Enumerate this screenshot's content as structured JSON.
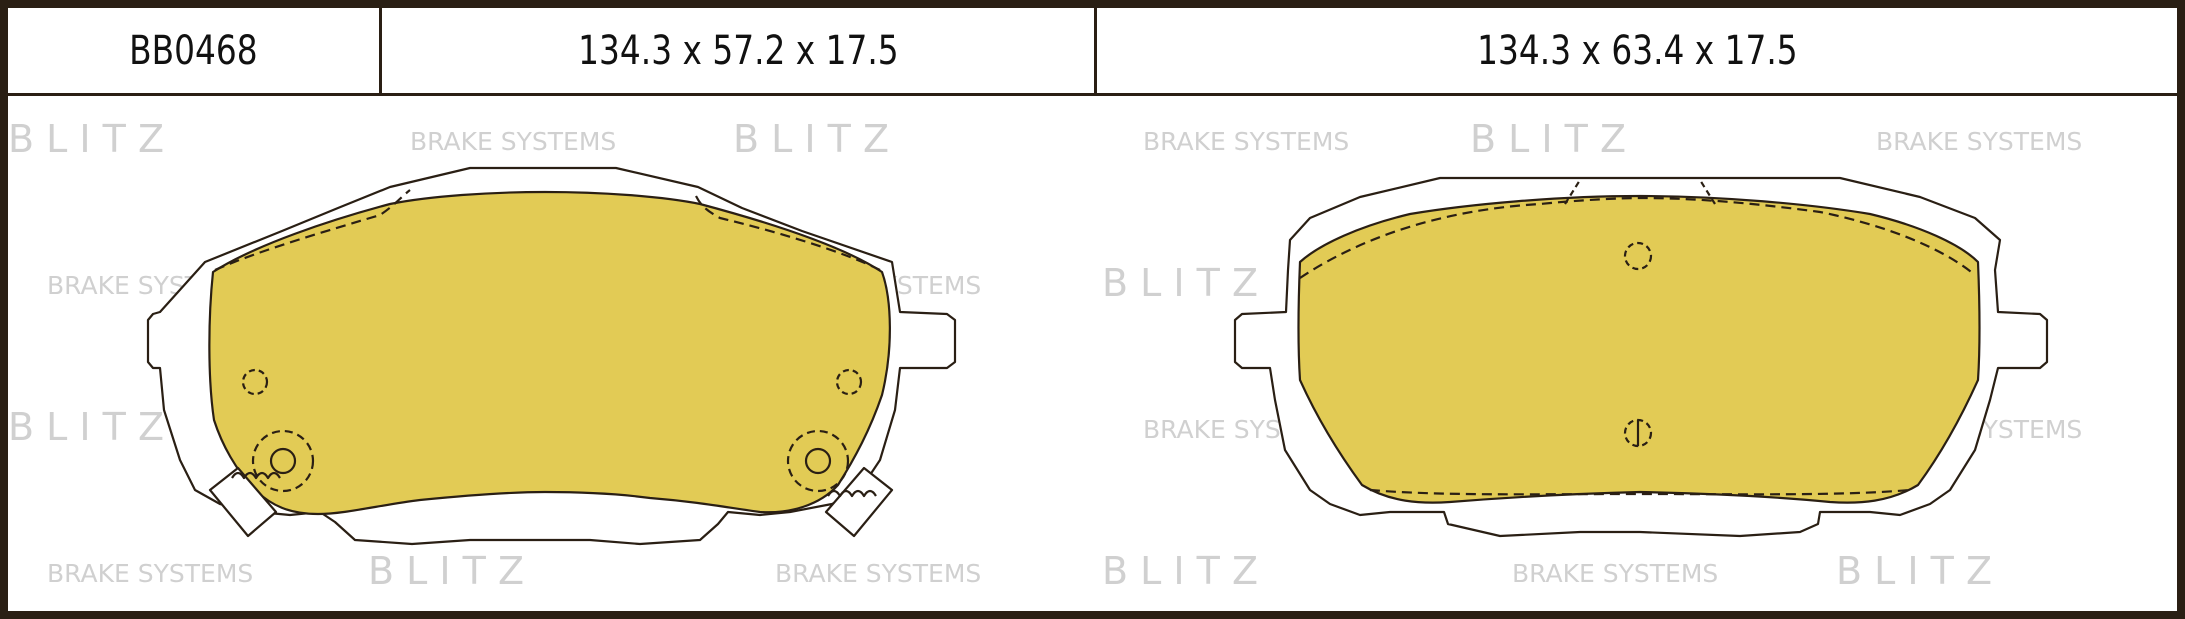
{
  "header": {
    "code": "BB0468",
    "dim_left": "134.3 x 57.2 x 17.5",
    "dim_right": "134.3 x 63.4 x 17.5"
  },
  "watermark": {
    "brand": "B L I T Z",
    "tagline": "BRAKE SYSTEMS"
  },
  "colors": {
    "frame": "#2a1f14",
    "pad_fill": "#e2cb55",
    "outline": "#2a1f14",
    "watermark": "#d0d0d0"
  }
}
